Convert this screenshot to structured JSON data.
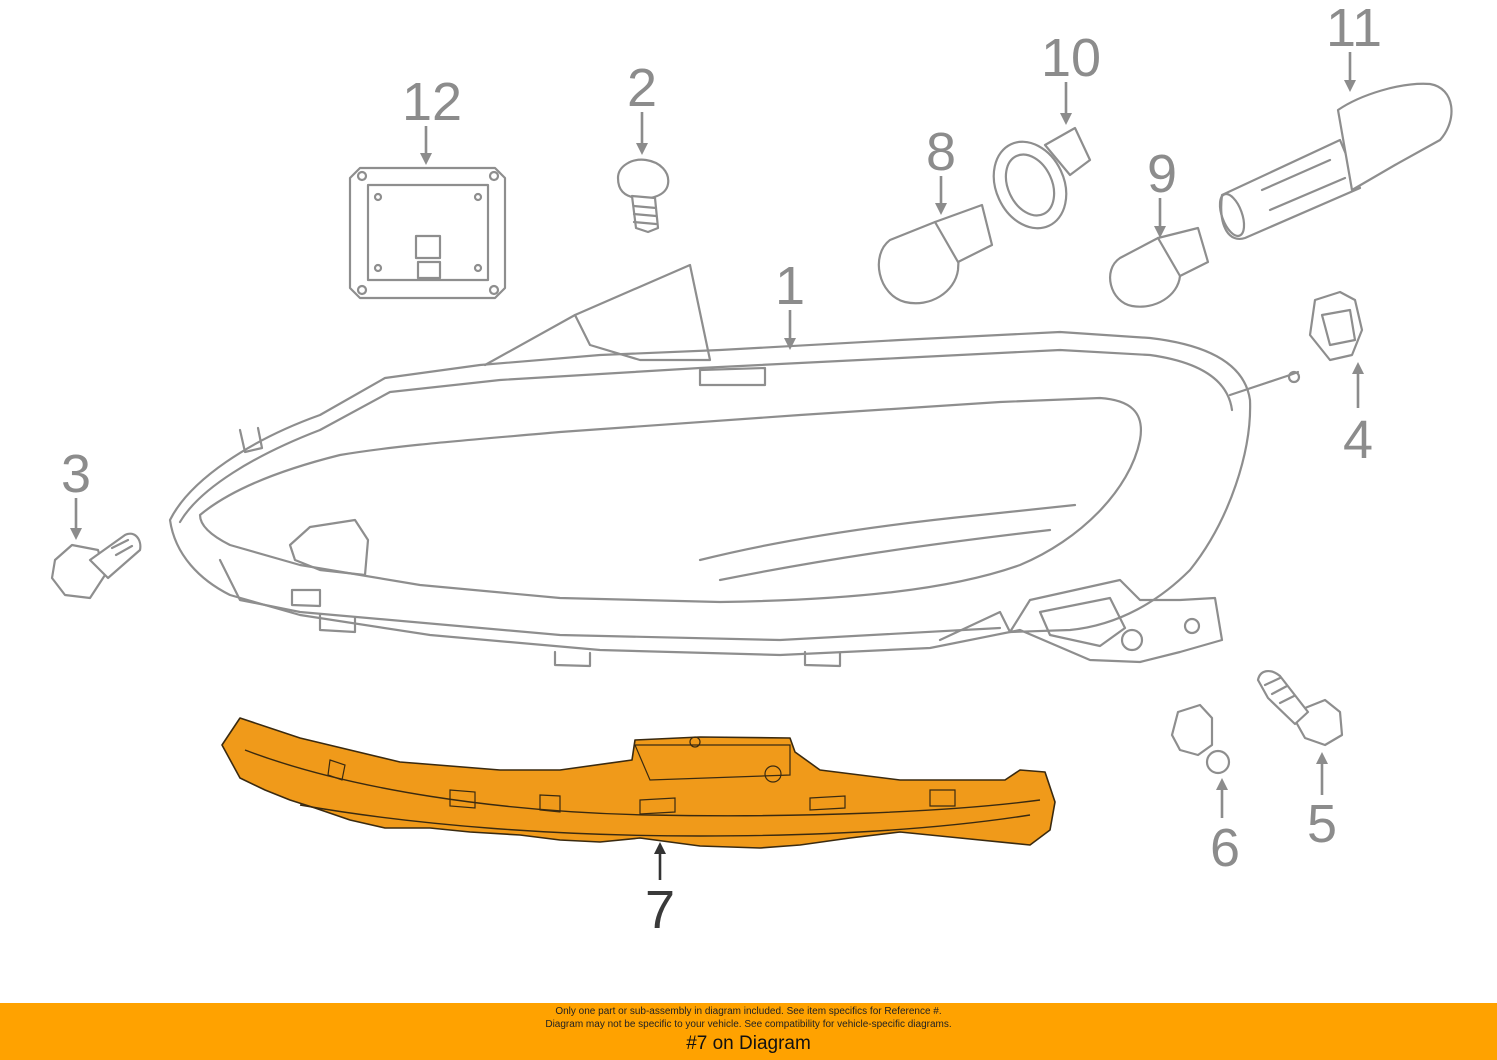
{
  "diagram": {
    "callouts": [
      {
        "id": "1",
        "label": "1"
      },
      {
        "id": "2",
        "label": "2"
      },
      {
        "id": "3",
        "label": "3"
      },
      {
        "id": "4",
        "label": "4"
      },
      {
        "id": "5",
        "label": "5"
      },
      {
        "id": "6",
        "label": "6"
      },
      {
        "id": "7",
        "label": "7"
      },
      {
        "id": "8",
        "label": "8"
      },
      {
        "id": "9",
        "label": "9"
      },
      {
        "id": "10",
        "label": "10"
      },
      {
        "id": "11",
        "label": "11"
      },
      {
        "id": "12",
        "label": "12"
      }
    ],
    "highlighted_part": "7",
    "highlight_color": "#f09a1a",
    "line_color": "#8e8e8e"
  },
  "footer": {
    "background": "#ffa200",
    "note_line1": "Only one part or  sub-assembly  in  diagram  included. See item  specifics  for  Reference #.",
    "note_line2": "Diagram may not be specific to your vehicle. See compatibility for vehicle-specific diagrams.",
    "reference": "#7 on Diagram"
  }
}
